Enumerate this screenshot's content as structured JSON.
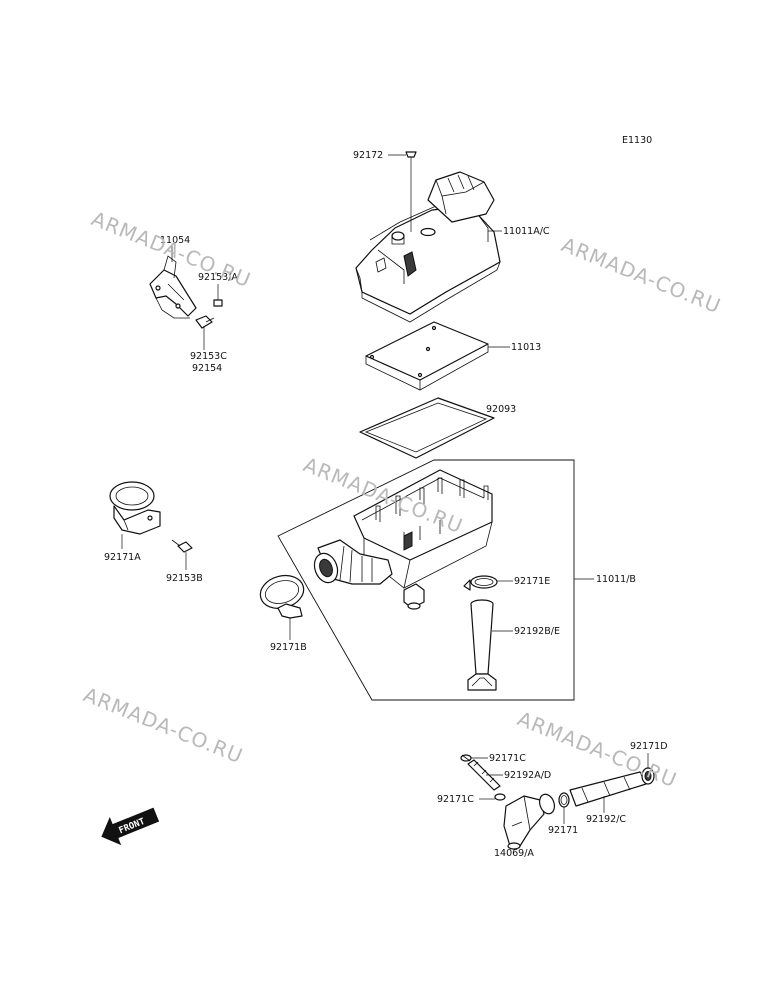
{
  "diagram_code": "E1130",
  "watermark_text": "ARMADA-CO.RU",
  "front_label": "FRONT",
  "labels": {
    "l92172": "92172",
    "l11011ac": "11011A/C",
    "l11054": "11054",
    "l92153a": "92153/A",
    "l92153c": "92153C",
    "l92154": "92154",
    "l11013": "11013",
    "l92093": "92093",
    "l92171a": "92171A",
    "l92153b": "92153B",
    "l92171e": "92171E",
    "l11011b": "11011/B",
    "l92171b": "92171B",
    "l92192be": "92192B/E",
    "l92171c_top": "92171C",
    "l92192ad": "92192A/D",
    "l92171c_bot": "92171C",
    "l92171d": "92171D",
    "l92171": "92171",
    "l92192c": "92192/C",
    "l14069a": "14069/A"
  }
}
